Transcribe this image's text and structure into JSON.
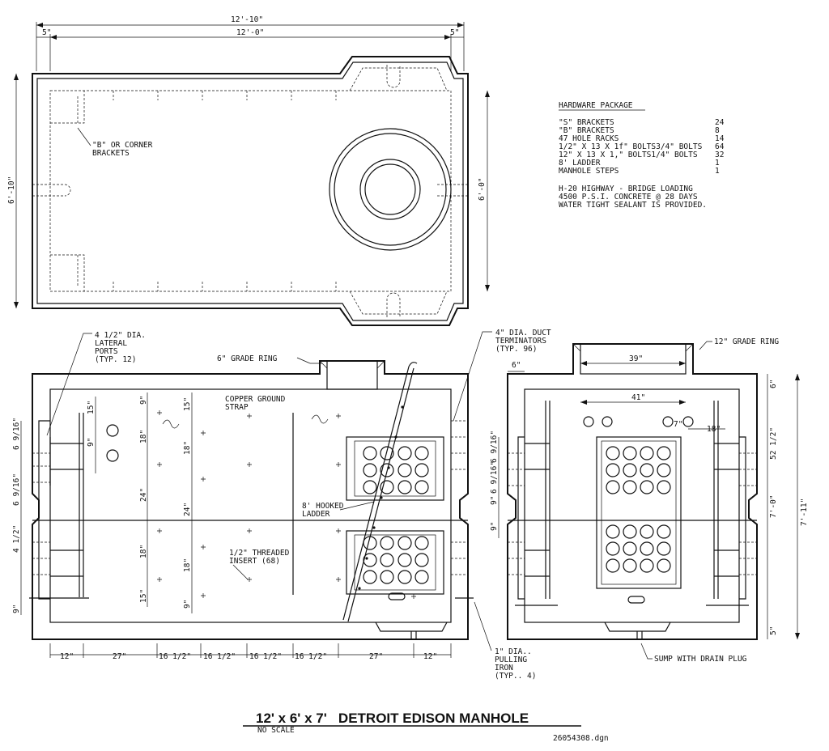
{
  "title": "12' x 6' x 7'   DETROIT EDISON MANHOLE",
  "scale_note": "NO SCALE",
  "file_name": "26054308.dgn",
  "hardware": {
    "heading": "HARDWARE PACKAGE",
    "items": [
      {
        "label": "\"S\" BRACKETS",
        "qty": "24"
      },
      {
        "label": "\"B\" BRACKETS",
        "qty": "8"
      },
      {
        "label": "47 HOLE RACKS",
        "qty": "14"
      },
      {
        "label": "1/2\" X 13 X 1f\" BOLTS3/4\" BOLTS",
        "qty": "64"
      },
      {
        "label": "12\" X 13 X 1,\" BOLTS1/4\" BOLTS",
        "qty": "32"
      },
      {
        "label": "8' LADDER",
        "qty": "1"
      },
      {
        "label": "MANHOLE STEPS",
        "qty": "1"
      }
    ],
    "notes": [
      "H-20 HIGHWAY - BRIDGE LOADING",
      "4500 P.S.I. CONCRETE @ 28 DAYS",
      "WATER TIGHT SEALANT IS PROVIDED."
    ]
  },
  "labels": {
    "corner_brackets_1": "\"B\" OR CORNER",
    "corner_brackets_2": "BRACKETS",
    "lateral_ports_1": "4 1/2\" DIA.",
    "lateral_ports_2": "LATERAL",
    "lateral_ports_3": "PORTS",
    "lateral_ports_4": "(TYP. 12)",
    "grade_ring_6": "6\" GRADE RING",
    "copper_strap_1": "COPPER GROUND",
    "copper_strap_2": "STRAP",
    "duct_term_1": "4\" DIA. DUCT",
    "duct_term_2": "TERMINATORS",
    "duct_term_3": "(TYP. 96)",
    "grade_ring_12": "12\" GRADE RING",
    "ladder_1": "8' HOOKED",
    "ladder_2": "LADDER",
    "insert_1": "1/2\" THREADED",
    "insert_2": "INSERT (68)",
    "pulling_1": "1\" DIA..",
    "pulling_2": "PULLING",
    "pulling_3": "IRON",
    "pulling_4": "(TYP.. 4)",
    "sump": "SUMP WITH DRAIN PLUG"
  },
  "dims": {
    "overall_len": "12'-10\"",
    "inner_len": "12'-0\"",
    "wall_l": "5\"",
    "wall_r": "5\"",
    "overall_w": "6'-10\"",
    "inner_w": "6'-0\"",
    "bottom": [
      "12\"",
      "27\"",
      "16 1/2\"",
      "16 1/2\"",
      "16 1/2\"",
      "16 1/2\"",
      "27\"",
      "12\""
    ],
    "v_15a": "15\"",
    "v_9a": "9\"",
    "v_9b": "9\"",
    "v_18a": "18\"",
    "v_24a": "24\"",
    "v_18b": "18\"",
    "v_15b": "15\"",
    "v_15c": "15\"",
    "v_18c": "18\"",
    "v_24b": "24\"",
    "v_18d": "18\"",
    "v_9c": "9\"",
    "side_696a": "6 9/16\"",
    "side_696b": "6 9/16\"",
    "side_412": "4 1/2\"",
    "side_9": "9\"",
    "end_6": "6\"",
    "end_39": "39\"",
    "end_41": "41\"",
    "end_7": "7\"",
    "end_18": "18\"",
    "end_6r": "6\"",
    "end_52": "52 1/2\"",
    "end_70": "7'-0\"",
    "end_711": "7'-11\"",
    "end_5": "5\"",
    "end_696": "6 9/16\"",
    "end_696b": "6 9/16\"",
    "end_9a": "9\"",
    "end_9b": "9\""
  }
}
